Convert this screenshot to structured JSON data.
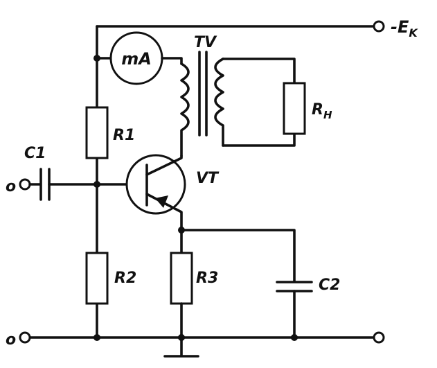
{
  "labels": {
    "supply": "-E",
    "supply_sub": "K",
    "meter": "mA",
    "transformer": "TV",
    "load": "R",
    "load_sub": "H",
    "r1": "R1",
    "c1": "C1",
    "input_terminal": "o",
    "transistor": "VT",
    "r2": "R2",
    "r3": "R3",
    "c2": "C2",
    "ground_terminal": "o"
  }
}
